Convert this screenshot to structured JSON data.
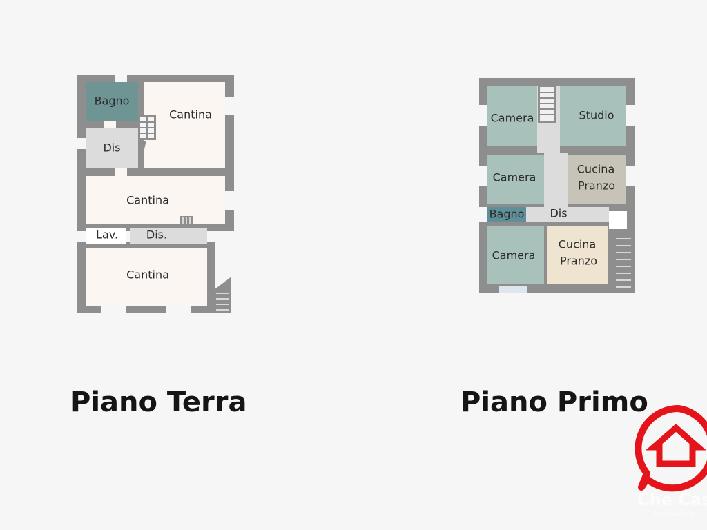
{
  "floors": {
    "piano_terra": {
      "title": "Piano Terra",
      "rooms": {
        "bagno": "Bagno",
        "cantina_top": "Cantina",
        "dis": "Dis",
        "cantina_mid": "Cantina",
        "lav": "Lav.",
        "dis2": "Dis.",
        "cantina_bottom": "Cantina"
      }
    },
    "piano_primo": {
      "title": "Piano Primo",
      "rooms": {
        "camera_top": "Camera",
        "studio": "Studio",
        "camera_mid": "Camera",
        "cucina_pranzo_top_line1": "Cucina",
        "cucina_pranzo_top_line2": "Pranzo",
        "bagno": "Bagno",
        "dis": "Dis",
        "camera_bottom": "Camera",
        "cucina_pranzo_bottom_line1": "Cucina",
        "cucina_pranzo_bottom_line2": "Pranzo"
      }
    }
  },
  "logo": {
    "name": "Che Cas",
    "subtitle": "immobiliare",
    "icon": "house-icon",
    "color": "#e5141b"
  },
  "colors": {
    "wall": "#8e8e8e",
    "cantina_floor": "#fbf6f1",
    "bagno_terra": "#6e9494",
    "dis_floor": "#dcdcdc",
    "camera_floor": "#a9c1bb",
    "cucina_top": "#c8c3b8",
    "cucina_bottom": "#efe4cf",
    "bagno_primo": "#5f8f98"
  }
}
